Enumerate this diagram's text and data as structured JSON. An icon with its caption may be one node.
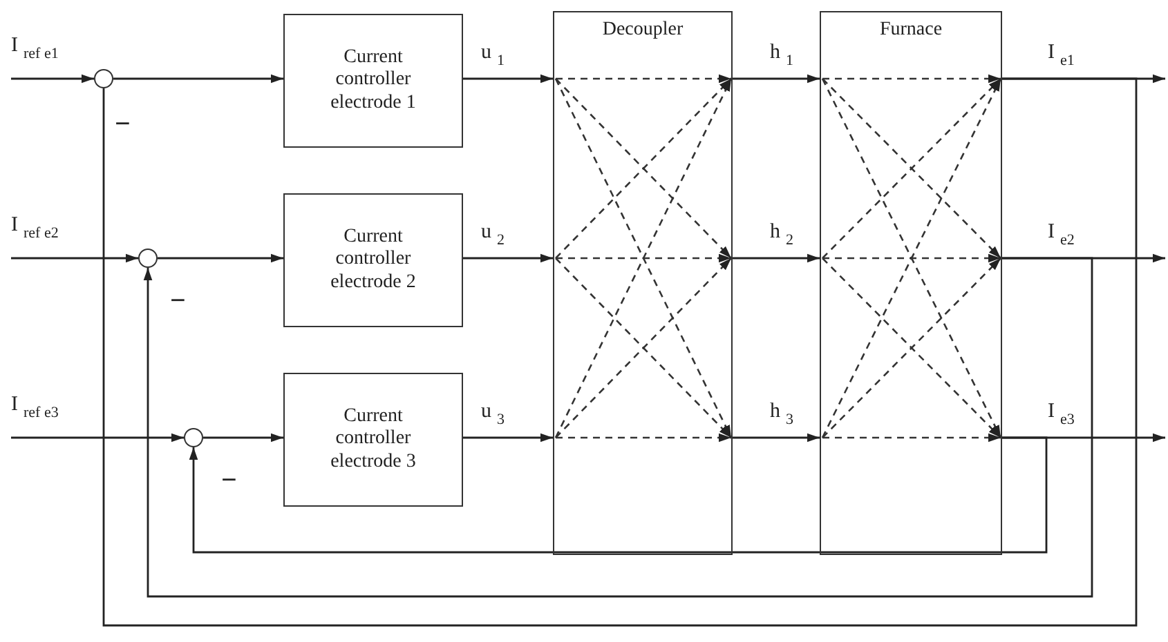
{
  "diagram": {
    "nodes": [
      {
        "text": [],
        "shape": "circle"
      },
      {
        "text": [],
        "shape": "circle"
      },
      {
        "text": [],
        "shape": "circle"
      },
      {
        "text": [
          "Current controller electrode 1"
        ]
      },
      {
        "text": [
          "Current controller electrode 2"
        ]
      },
      {
        "text": [
          "Current controller electrode 3"
        ]
      },
      {
        "text": [
          "Decoupler"
        ]
      },
      {
        "text": [
          "Furnace"
        ]
      }
    ],
    "edges": [
      {
        "from": null,
        "to": 0,
        "arrow": "to",
        "label": "I$_{ref e1}$"
      },
      {
        "from": null,
        "to": 1,
        "arrow": "to",
        "label": "I$_{ref e2}$"
      },
      {
        "from": null,
        "to": 2,
        "arrow": "to",
        "label": "I$_{ref e3}$"
      },
      {
        "from": 0,
        "to": 3,
        "arrow": "to"
      },
      {
        "from": 1,
        "to": 4,
        "arrow": "to"
      },
      {
        "from": 2,
        "to": 5,
        "arrow": "to"
      },
      {
        "from": 3,
        "to": 6,
        "arrow": "to",
        "label": "u$_{1}$"
      },
      {
        "from": 4,
        "to": 6,
        "arrow": "to",
        "label": "u$_{2}$"
      },
      {
        "from": 5,
        "to": 6,
        "arrow": "to",
        "label": "u$_{3}$"
      },
      {
        "from": 6,
        "to": 7,
        "arrow": "to",
        "label": "h$_{1}$"
      },
      {
        "from": 6,
        "to": 7,
        "arrow": "to",
        "label": "h$_{2}$"
      },
      {
        "from": 6,
        "to": 7,
        "arrow": "to",
        "label": "h$_{3}$"
      },
      {
        "from": 7,
        "to": null,
        "arrow": "to",
        "label": "I$_{e1}$"
      },
      {
        "from": 7,
        "to": null,
        "arrow": "to",
        "label": "I$_{e2}$"
      },
      {
        "from": 7,
        "to": null,
        "arrow": "to",
        "label": "I$_{e3}$"
      },
      {
        "from": 7,
        "to": 0,
        "arrow": "none"
      },
      {
        "from": 7,
        "to": 1,
        "arrow": "to"
      },
      {
        "from": 7,
        "to": 2,
        "arrow": "to"
      }
    ],
    "labels": [
      "−",
      "−",
      "−"
    ]
  }
}
